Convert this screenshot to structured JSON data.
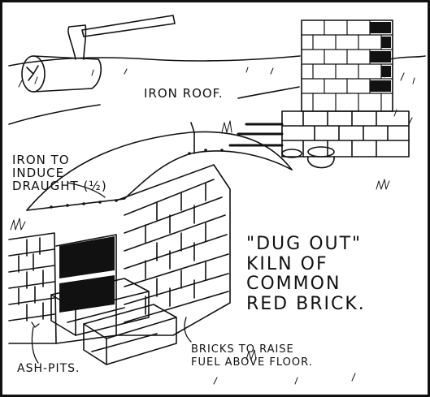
{
  "labels": {
    "iron_roof": "IRON ROOF.",
    "iron_draught": [
      "IRON TO",
      "INDUCE",
      "DRAUGHT (½)"
    ],
    "kiln_title": [
      "\"DUG OUT\"",
      "KILN OF",
      "COMMON",
      "RED BRICK."
    ],
    "ash_pits": "ASH-PITS.",
    "bricks_fuel": [
      "BRICKS TO RAISE",
      "FUEL ABOVE FLOOR."
    ]
  }
}
